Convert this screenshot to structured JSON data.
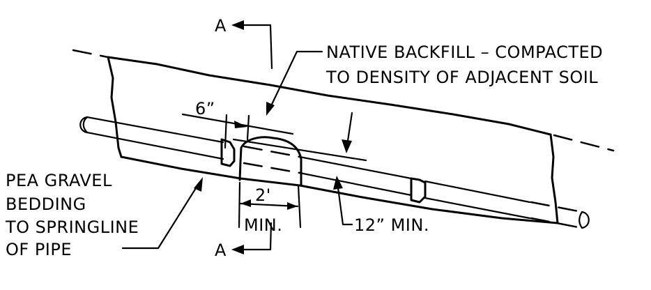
{
  "labels": {
    "section_top": "A",
    "section_bottom": "A",
    "backfill_line1": "NATIVE BACKFILL – COMPACTED",
    "backfill_line2": "TO DENSITY OF ADJACENT SOIL",
    "bedding_line1": "PEA GRAVEL",
    "bedding_line2": "BEDDING",
    "bedding_line3": "TO SPRINGLINE",
    "bedding_line4": "OF PIPE",
    "dim_6in": "6”",
    "dim_2ft": "2'",
    "dim_min": "MIN.",
    "dim_12in": "12” MIN."
  }
}
